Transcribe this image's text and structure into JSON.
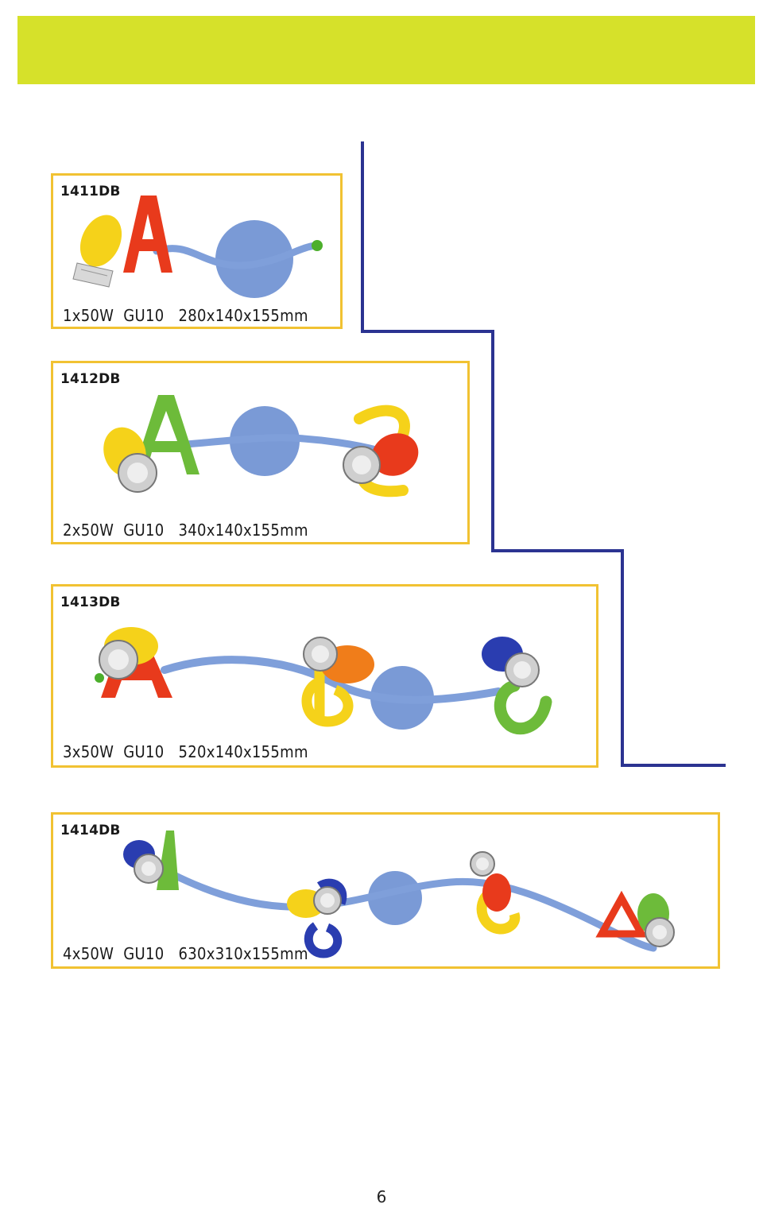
{
  "colors": {
    "banner": "#d6e12a",
    "card_border": "#f1c232",
    "stair_line": "#2b3391",
    "arm": "#7f9fda",
    "plate": "#7a9ad6",
    "red": "#e83a1c",
    "yellow": "#f5d21a",
    "green": "#6dbb3a",
    "blue": "#2a3db0",
    "orange": "#f07d1a"
  },
  "products": [
    {
      "code": "1411DB",
      "spec": "1x50W  GU10   280x140x155mm"
    },
    {
      "code": "1412DB",
      "spec": "2x50W  GU10   340x140x155mm"
    },
    {
      "code": "1413DB",
      "spec": "3x50W  GU10   520x140x155mm"
    },
    {
      "code": "1414DB",
      "spec": "4x50W  GU10   630x310x155mm"
    }
  ],
  "page_number": "6"
}
